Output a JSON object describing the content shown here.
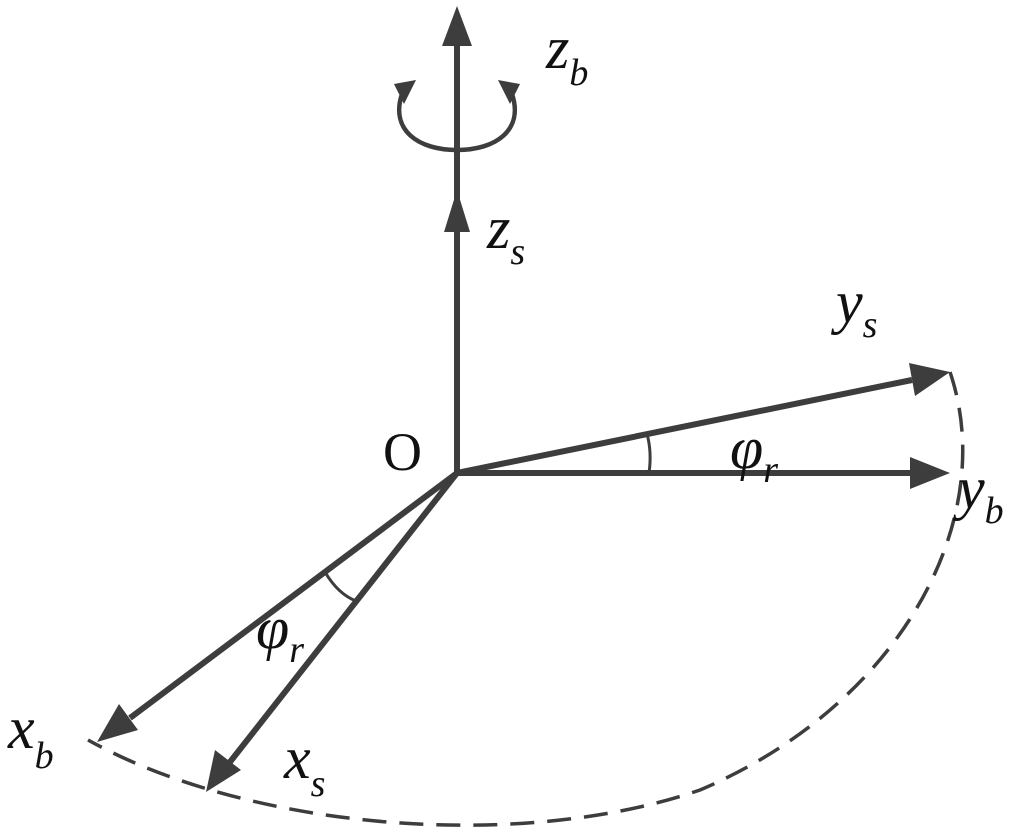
{
  "origin_label": "O",
  "axes": {
    "z_b": {
      "base": "z",
      "sub": "b"
    },
    "z_s": {
      "base": "z",
      "sub": "s"
    },
    "y_s": {
      "base": "y",
      "sub": "s"
    },
    "y_b": {
      "base": "y",
      "sub": "b"
    },
    "x_b": {
      "base": "x",
      "sub": "b"
    },
    "x_s": {
      "base": "x",
      "sub": "s"
    }
  },
  "angle_labels": {
    "upper": {
      "base": "φ",
      "sub": "r"
    },
    "lower": {
      "base": "φ",
      "sub": "r"
    }
  },
  "colors": {
    "stroke": "#3d3d3d",
    "text": "#111111"
  }
}
